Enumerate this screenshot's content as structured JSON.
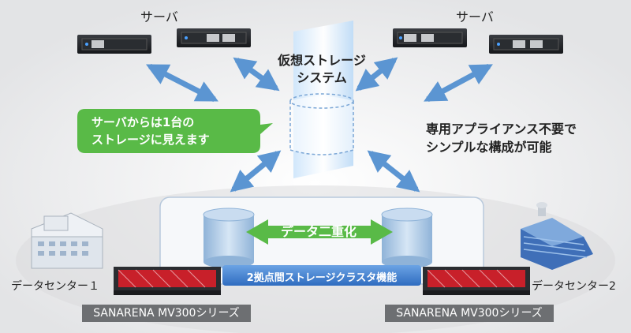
{
  "server_labels": {
    "left": "サーバ",
    "right": "サーバ"
  },
  "virtual_storage": {
    "line1": "仮想ストレージ",
    "line2": "システム"
  },
  "callout": {
    "line1": "サーバからは1台の",
    "line2": "ストレージに見えます"
  },
  "note": {
    "line1": "専用アプライアンス不要で",
    "line2": "シンプルな構成が可能"
  },
  "duplication_label": "データ二重化",
  "cluster_label": "2拠点間ストレージクラスタ機能",
  "datacenters": {
    "left": "データセンター１",
    "right": "データセンター2"
  },
  "products": {
    "left": "SANARENA MV300シリーズ",
    "right": "SANARENA MV300シリーズ"
  },
  "colors": {
    "arrow": "#5b95d2",
    "callout_green": "#59ba47",
    "cluster_blue": "#3f7fcd",
    "chassis_red": "#c8202a",
    "label_gray": "#6d6f72"
  }
}
